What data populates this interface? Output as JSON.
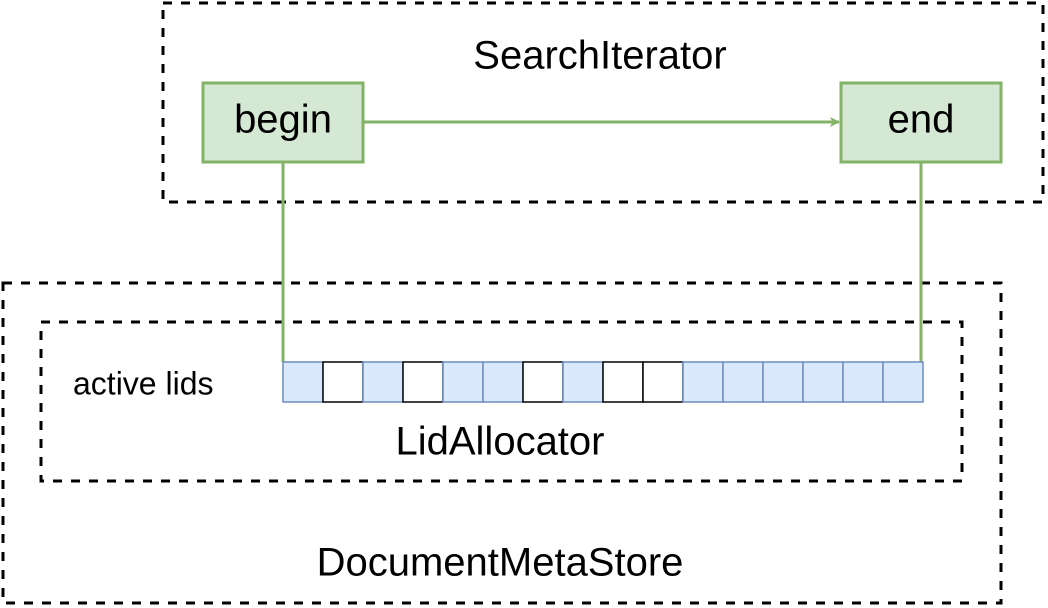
{
  "search_iterator": {
    "title": "SearchIterator",
    "begin_label": "begin",
    "end_label": "end"
  },
  "document_meta_store": {
    "title": "DocumentMetaStore"
  },
  "lid_allocator": {
    "title": "LidAllocator",
    "row_label": "active lids",
    "cells": [
      true,
      false,
      true,
      false,
      true,
      true,
      false,
      true,
      false,
      false,
      true,
      true,
      true,
      true,
      true,
      true
    ]
  },
  "colors": {
    "node_fill": "#d5e8d4",
    "node_stroke": "#82b366",
    "active_cell_fill": "#dae8fc",
    "active_cell_stroke": "#6c8ebf",
    "inactive_cell_fill": "#ffffff",
    "inactive_cell_stroke": "#000000"
  }
}
